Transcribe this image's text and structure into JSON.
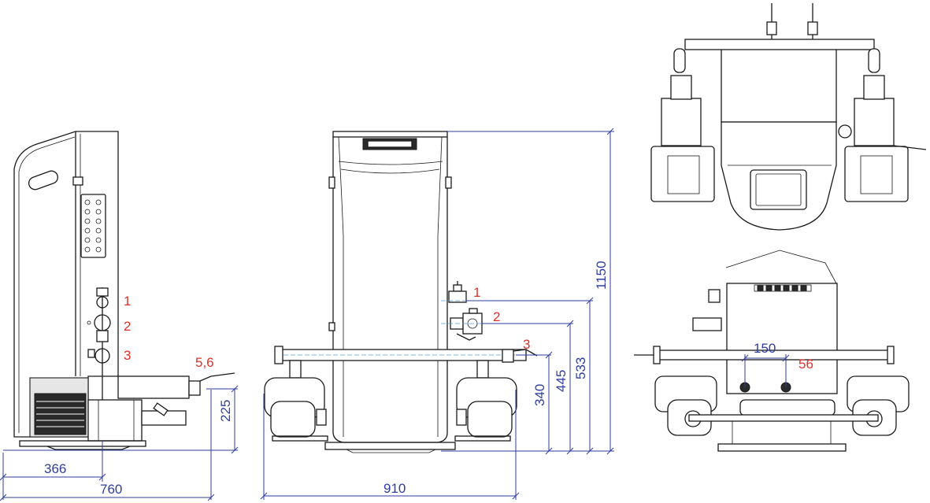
{
  "dimensions": {
    "side_overall_width": "760",
    "side_half_width": "366",
    "side_outlet_height": "225",
    "front_overall_width": "910",
    "front_total_height": "1150",
    "front_height_1": "533",
    "front_height_2": "445",
    "front_height_3": "340",
    "rear_spacing": "150"
  },
  "callouts": {
    "side_1": "1",
    "side_2": "2",
    "side_3": "3",
    "side_56": "5,6",
    "front_1": "1",
    "front_2": "2",
    "front_3": "3",
    "rear_56": "56"
  },
  "colors": {
    "dimension": "#2f3e9e",
    "callout": "#e0302a",
    "outline": "#1a1a1a"
  }
}
